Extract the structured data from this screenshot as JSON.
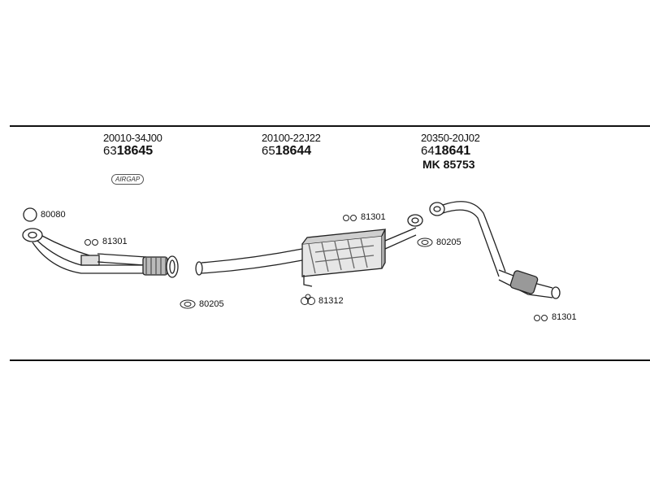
{
  "sections": [
    {
      "ref": "20010-34J00",
      "prefix": "63",
      "number": "18645",
      "badge": "AIRGAP"
    },
    {
      "ref": "20100-22J22",
      "prefix": "65",
      "number": "18644"
    },
    {
      "ref": "20350-20J02",
      "prefix": "64",
      "number": "18641",
      "mk": "MK  85753"
    }
  ],
  "callouts": {
    "c80080": "80080",
    "c81301_a": "81301",
    "c80205_a": "80205",
    "c81301_b": "81301",
    "c81312": "81312",
    "c80205_b": "80205",
    "c81301_c": "81301"
  },
  "icons": {
    "ring": "ring-icon",
    "clamp_pair": "clamp-pair-icon",
    "gasket": "gasket-icon",
    "hanger": "rubber-hanger-icon"
  }
}
